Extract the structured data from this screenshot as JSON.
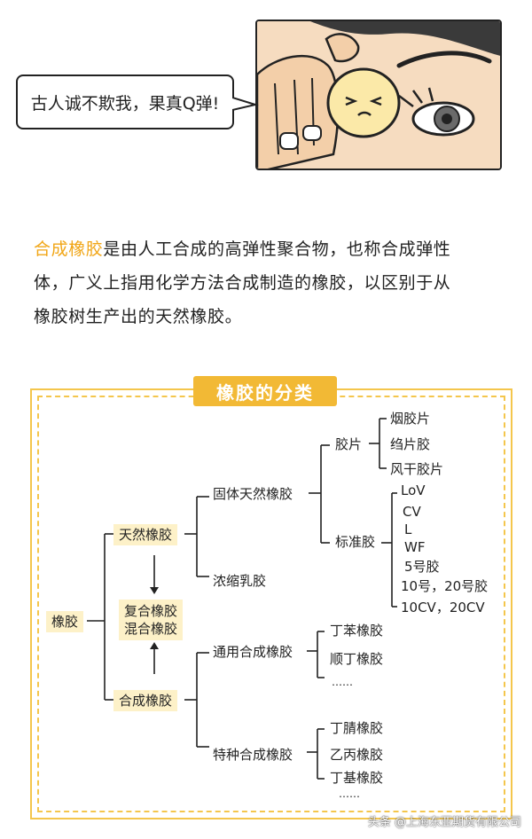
{
  "speech_text": "古人诚不欺我，果真Q弹!",
  "intro": {
    "term": "合成橡胶",
    "lines": [
      "是由人工合成的高弹性聚合物，也称合成弹性",
      "体，广义上指用化学方法合成制造的橡胶，以区别于从",
      "橡胶树生产出的天然橡胶。"
    ]
  },
  "diagram": {
    "title": "橡胶的分类",
    "root": "橡胶",
    "natural": "天然橡胶",
    "mixed": [
      "复合橡胶",
      "混合橡胶"
    ],
    "synthetic": "合成橡胶",
    "solid_natural": "固体天然橡胶",
    "concentrated_latex": "浓缩乳胶",
    "film": "胶片",
    "film_items": [
      "烟胶片",
      "绉片胶",
      "风干胶片"
    ],
    "standard": "标准胶",
    "standard_items": [
      "LoV",
      "CV",
      "L",
      "WF",
      "5号胶",
      "10号，20号胶",
      "10CV，20CV"
    ],
    "general_synthetic": "通用合成橡胶",
    "general_items": [
      "丁苯橡胶",
      "顺丁橡胶",
      "……"
    ],
    "special_synthetic": "特种合成橡胶",
    "special_items": [
      "丁腈橡胶",
      "乙丙橡胶",
      "丁基橡胶",
      "……"
    ]
  },
  "watermark": "头条 @上海东亚期货有限公司",
  "colors": {
    "accent": "#f2b935",
    "highlight_text": "#f1a617",
    "node_bg": "#fdf1c8"
  }
}
